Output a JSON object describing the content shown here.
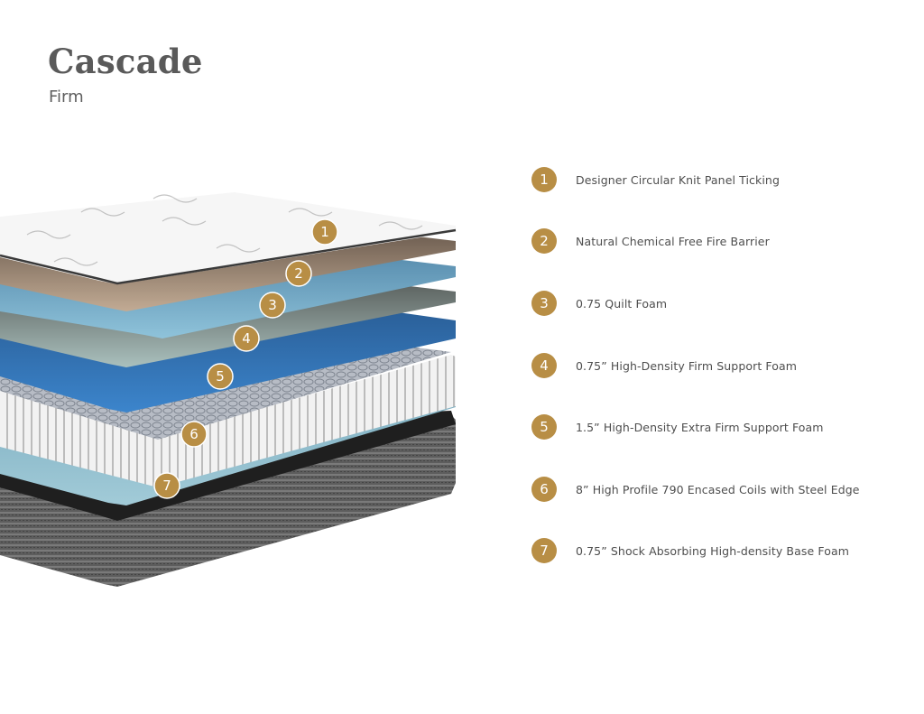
{
  "product": {
    "name": "Cascade",
    "firmness": "Firm"
  },
  "colors": {
    "badge": "#b88e45",
    "title_text": "#5a5a5a",
    "label_text": "#4e4e4e"
  },
  "layers": [
    {
      "number": "1",
      "label": "Designer Circular Knit Panel Ticking"
    },
    {
      "number": "2",
      "label": "Natural Chemical Free Fire Barrier"
    },
    {
      "number": "3",
      "label": "0.75 Quilt Foam"
    },
    {
      "number": "4",
      "label": "0.75” High-Density Firm Support Foam"
    },
    {
      "number": "5",
      "label": "1.5” High-Density Extra Firm Support Foam"
    },
    {
      "number": "6",
      "label": "8” High Profile 790 Encased Coils with Steel Edge"
    },
    {
      "number": "7",
      "label": "0.75” Shock Absorbing High-density Base Foam"
    }
  ]
}
